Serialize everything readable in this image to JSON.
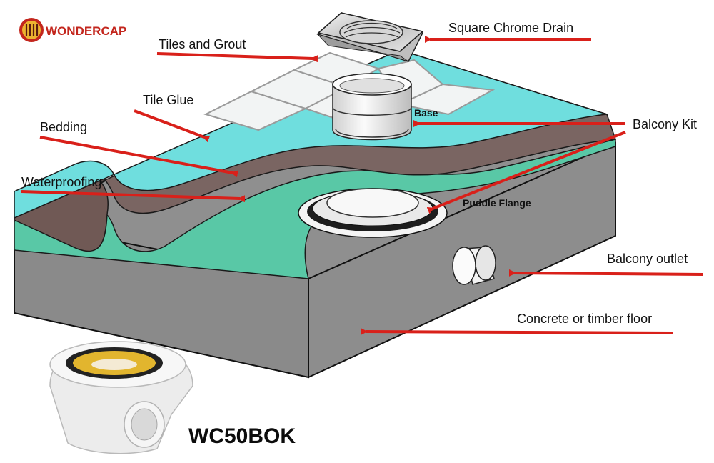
{
  "brand": {
    "name": "WONDERCAP",
    "color": "#c3261d"
  },
  "model": "WC50BOK",
  "labels": {
    "tiles_and_grout": "Tiles and Grout",
    "square_chrome_drain": "Square Chrome Drain",
    "tile_glue": "Tile Glue",
    "bedding": "Bedding",
    "waterproofing": "Waterproofing",
    "base": "Base",
    "balcony_kit": "Balcony Kit",
    "puddle_flange": "Puddle Flange",
    "balcony_outlet": "Balcony outlet",
    "concrete_or_timber_floor": "Concrete or timber floor"
  },
  "colors": {
    "arrow": "#d9201a",
    "tile_glue": "#6fdede",
    "bedding": "#7a6562",
    "waterproofing": "#59c8a6",
    "concrete": "#8a8a8a",
    "tiles": "#f2f4f4"
  }
}
